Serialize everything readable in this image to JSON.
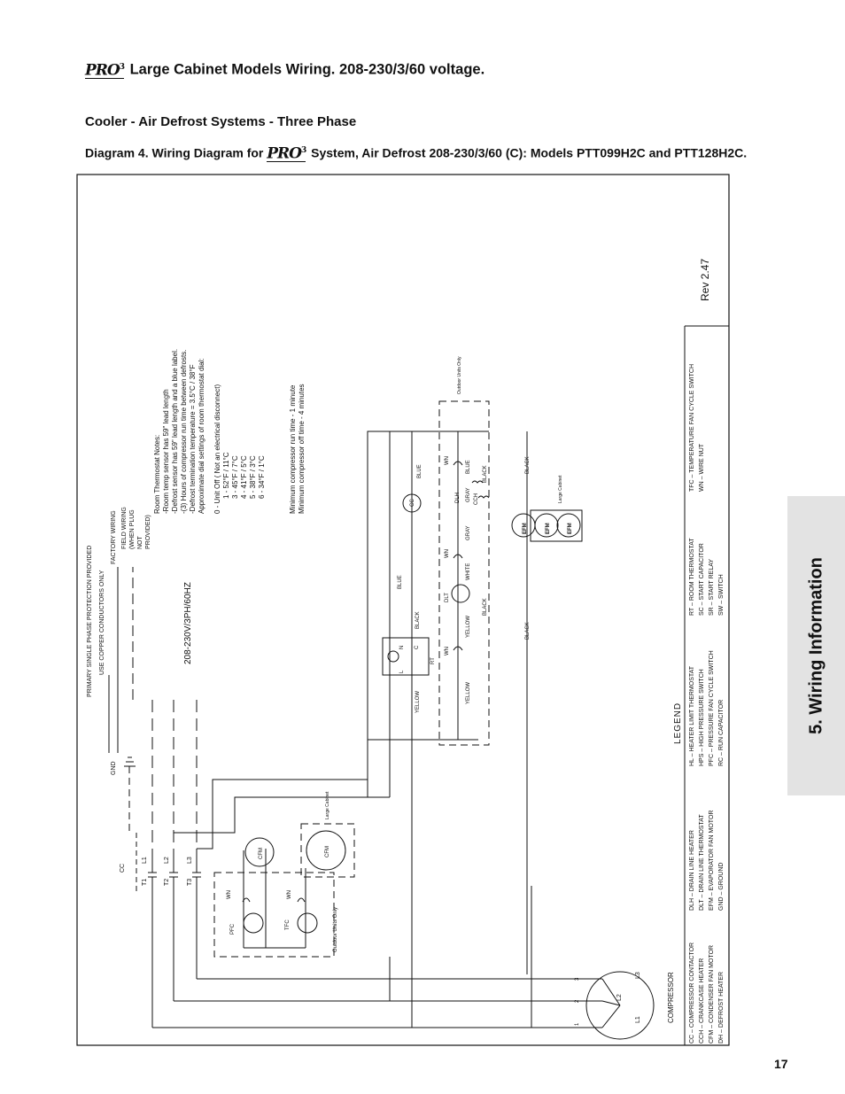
{
  "header": {
    "title": "Large Cabinet Models Wiring. 208-230/3/60 voltage.",
    "subtitle": "Cooler - Air Defrost Systems - Three Phase",
    "caption_pre": "Diagram 4. Wiring Diagram for",
    "caption_post": "System, Air Defrost 208-230/3/60 (C): Models PTT099H2C and PTT128H2C.",
    "logo_text": "PRO",
    "logo_sup": "3"
  },
  "side_tab": {
    "label": "5. Wiring Information"
  },
  "page_number": "17",
  "diagram": {
    "rev": "Rev 2.47",
    "power_supply": "208-230V/3PH/60HZ",
    "protection": "PRIMARY SINGLE PHASE PROTECTION PROVIDED",
    "copper": "USE COPPER CONDUCTORS ONLY",
    "factory_wiring": "FACTORY WIRING",
    "field_wiring": [
      "FIELD WIRING",
      "(WHEN PLUG",
      "NOT",
      "PROVIDED)"
    ],
    "gnd": "GND",
    "cc": "CC",
    "contactor_lines": [
      "L1",
      "L2",
      "L3"
    ],
    "contactor_terms": [
      "T1",
      "T2",
      "T3"
    ],
    "compressor": "COMPRESSOR",
    "compressor_lines": [
      "L1",
      "L2",
      "L3"
    ],
    "compressor_terms": [
      "1",
      "2",
      "3"
    ],
    "pfc": "PFC",
    "tfc": "TFC",
    "wn": "WN",
    "cfm": "CFM",
    "efm": "EFM",
    "large_cabinet": "Large Cabinet",
    "outdoor_units_only": "Outdoor Units Only",
    "rt": "RT",
    "rt_terms": [
      "N",
      "C",
      "L"
    ],
    "dlt": "DLT",
    "dlh": "DLH",
    "cch": "CCH",
    "colors": {
      "yellow": "YELLOW",
      "black": "BLACK",
      "blue": "BLUE",
      "white": "WHITE",
      "gray": "GRAY"
    },
    "thermostat_notes": [
      "Room Thermostat Notes:",
      "-Room temp sensor has 59\" lead length",
      "-Defrost sensor has 59\" lead length and a blue label.",
      "-(3) Hours of compressor run time between defrosts.",
      "-Defrost termination temperature = 3.5°C / 38°F",
      "Approximate dial settings of room thermostat dial:"
    ],
    "dial_settings": [
      "0 - Unit Off ( Not an electrical disconnect)",
      "1 - 52°F / 11°C",
      "3 - 45°F / 7°C",
      "4 - 41°F / 5°C",
      "5 - 38°F / 3°C",
      "6 - 34°F / 1°C"
    ],
    "min_times": [
      "Minimum compressor run time - 1 minute",
      "Minimum compressor off time - 4 minutes"
    ],
    "legend_title": "LEGEND",
    "legend": [
      [
        "CC – COMPRESSOR CONTACTOR",
        "CCH – CRANKCASE HEATER",
        "CFM – CONDENSER FAN MOTOR",
        "DH – DEFROST HEATER"
      ],
      [
        "DLH – DRAIN LINE HEATER",
        "DLT – DRAIN LINE THERMOSTAT",
        "EFM – EVAPORATOR FAN MOTOR",
        "GND – GROUND"
      ],
      [
        "HL – HEATER LIMIT THERMOSTAT",
        "HPS – HIGH PRESSURE SWITCH",
        "PFC – PRESSURE FAN CYCLE SWITCH",
        "RC – RUN CAPACITOR"
      ],
      [
        "RT – ROOM THERMOSTAT",
        "SC – START CAPACITOR",
        "SR – START RELAY",
        "SW – SWITCH"
      ],
      [
        "TFC – TEMPERATURE FAN CYCLE SWITCH",
        "WN – WIRE NUT"
      ]
    ]
  }
}
